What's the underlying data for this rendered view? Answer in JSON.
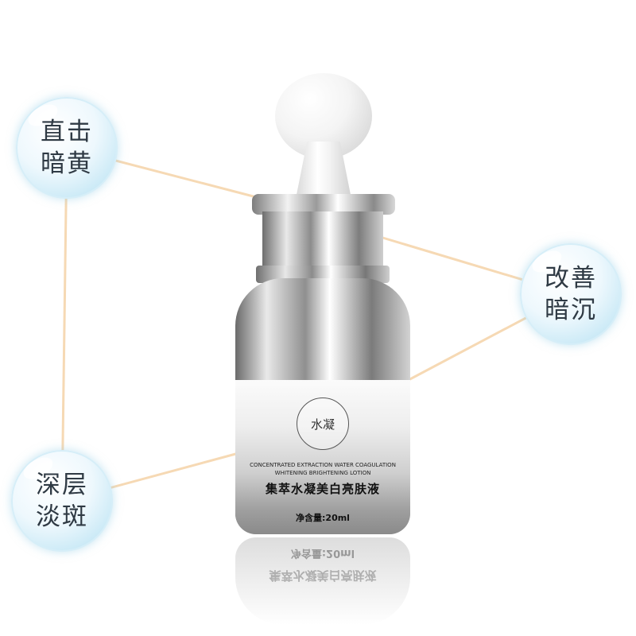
{
  "bubbles": [
    {
      "line1": "直击",
      "line2": "暗黄"
    },
    {
      "line1": "改善",
      "line2": "暗沉"
    },
    {
      "line1": "深层",
      "line2": "淡斑"
    }
  ],
  "bottle": {
    "logo_text": "水凝",
    "english_line1": "CONCENTRATED EXTRACTION WATER COAGULATION",
    "english_line2": "WHITENING BRIGHTENING LOTION",
    "chinese_name": "集萃水凝美白亮肤液",
    "volume": "净含量:20ml"
  },
  "colors": {
    "connector": "#f6d9b4",
    "bubble_edge": "#a7d8ee",
    "text": "#2f3a44"
  }
}
